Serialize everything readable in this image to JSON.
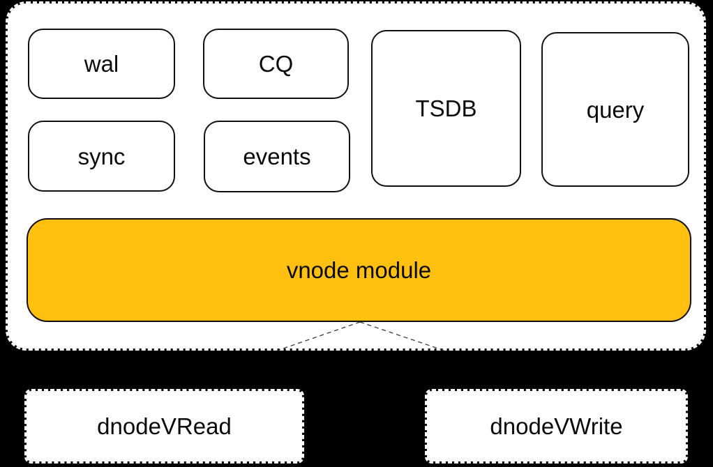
{
  "colors": {
    "page_background": "#000000",
    "container_fill": "#ffffff",
    "container_border": "#ffffff",
    "module_fill": "#ffffff",
    "module_border": "#101010",
    "vnode_fill": "#ffc010",
    "text": "#0a0a0a",
    "connector": "#3a3a3a"
  },
  "vnode_container": {
    "modules": [
      {
        "label": "wal"
      },
      {
        "label": "CQ"
      },
      {
        "label": "sync"
      },
      {
        "label": "events"
      },
      {
        "label": "TSDB"
      },
      {
        "label": "query"
      }
    ],
    "vnode_module": {
      "label": "vnode module"
    }
  },
  "dnode_layer": {
    "read": {
      "label": "dnodeVRead"
    },
    "write": {
      "label": "dnodeVWrite"
    }
  }
}
